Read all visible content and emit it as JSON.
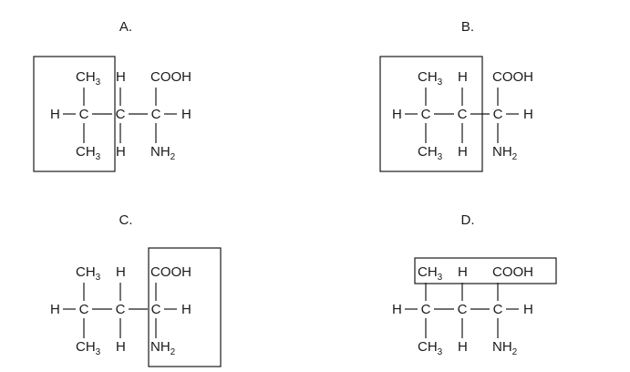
{
  "options": [
    {
      "label": "A.",
      "highlight": "A"
    },
    {
      "label": "B.",
      "highlight": "B"
    },
    {
      "label": "C.",
      "highlight": "C"
    },
    {
      "label": "D.",
      "highlight": "D"
    }
  ],
  "molecule": {
    "top_left": "CH",
    "top_left_sub": "3",
    "top_mid": "H",
    "top_right": "COOH",
    "row_h_left": "H",
    "row_c1": "C",
    "row_c2": "C",
    "row_c3": "C",
    "row_h_right": "H",
    "bottom_left": "CH",
    "bottom_left_sub": "3",
    "bottom_mid": "H",
    "bottom_right": "NH",
    "bottom_right_sub": "2"
  },
  "colors": {
    "ink": "#1a1a1a",
    "background": "#ffffff"
  }
}
